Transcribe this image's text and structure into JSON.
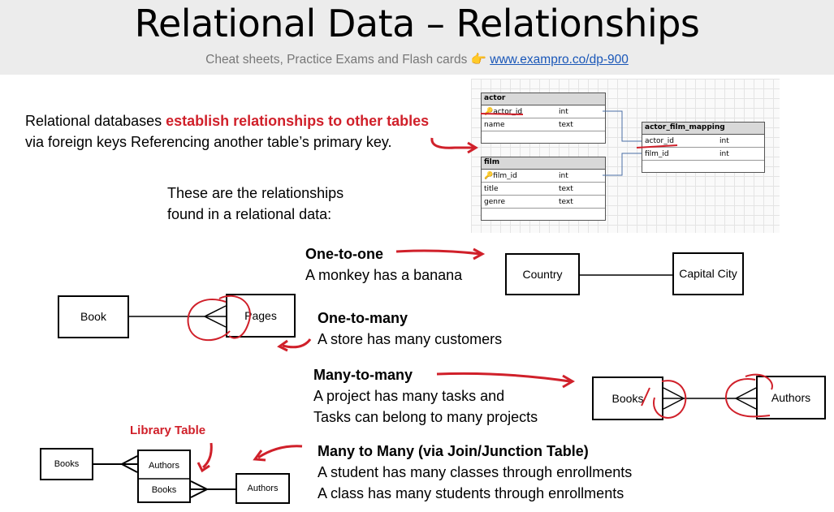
{
  "header": {
    "title": "Relational Data – Relationships",
    "subtitle": "Cheat sheets, Practice Exams and Flash cards",
    "hand_icon": "👉",
    "link": "www.exampro.co/dp-900"
  },
  "intro": {
    "line1_pre": "Relational databases ",
    "line1_highlight": "establish relationships to other tables",
    "line2": "via foreign keys Referencing another table’s primary key."
  },
  "relationships_intro": {
    "line1": "These are the relationships",
    "line2": "found in a relational data:"
  },
  "er_diagram": {
    "tables": [
      {
        "name": "actor",
        "rows": [
          [
            "actor_id",
            "int"
          ],
          [
            "name",
            "text"
          ]
        ]
      },
      {
        "name": "film",
        "rows": [
          [
            "film_id",
            "int"
          ],
          [
            "title",
            "text"
          ],
          [
            "genre",
            "text"
          ]
        ]
      },
      {
        "name": "actor_film_mapping",
        "rows": [
          [
            "actor_id",
            "int"
          ],
          [
            "film_id",
            "int"
          ]
        ]
      }
    ]
  },
  "one_to_one": {
    "title": "One-to-one",
    "desc": "A monkey has a banana",
    "entities": [
      "Country",
      "Capital City"
    ]
  },
  "one_to_many": {
    "title": "One-to-many",
    "desc": "A store has many customers",
    "entities": [
      "Book",
      "Pages"
    ]
  },
  "many_to_many": {
    "title": "Many-to-many",
    "desc1": "A project has many tasks and",
    "desc2": "Tasks can belong to many projects",
    "entities": [
      "Books",
      "Authors"
    ]
  },
  "junction": {
    "title": "Many to Many (via Join/Junction Table)",
    "desc1": "A student has many classes through enrollments",
    "desc2": "A class has many students through enrollments",
    "label": "Library Table",
    "entities": [
      "Books",
      "Authors",
      "Books",
      "Authors"
    ]
  },
  "colors": {
    "accent_red": "#d0202a",
    "link_blue": "#1a57b8",
    "header_bg": "#ececec"
  }
}
